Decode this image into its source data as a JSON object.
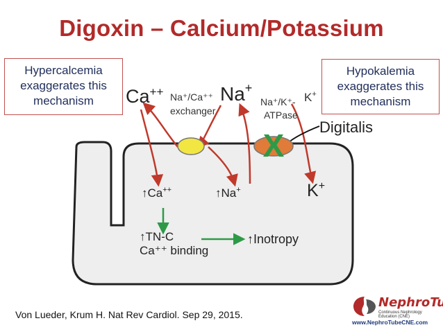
{
  "title": "Digoxin – Calcium/Potassium",
  "notes": {
    "left": [
      "Hypercalcemia",
      "exaggerates this",
      "mechanism"
    ],
    "right": [
      "Hypokalemia",
      "exaggerates this",
      "mechanism"
    ]
  },
  "labels": {
    "ca_top": "Ca",
    "ca_top_sup": "++",
    "exchanger_line1": "Na⁺/Ca⁺⁺",
    "exchanger_line2": "exchanger",
    "na_top": "Na",
    "na_top_sup": "+",
    "atpase_line1": "Na⁺/K⁺-",
    "atpase_line2": "ATPase",
    "k_top": "K",
    "k_top_sup": "+",
    "digitalis": "Digitalis",
    "ca_inside": "↑Ca",
    "ca_inside_sup": "++",
    "na_inside": "↑Na",
    "na_inside_sup": "+",
    "k_inside": "K",
    "k_inside_sup": "+",
    "tnc_line1": "↑TN-C",
    "tnc_line2": "Ca⁺⁺ binding",
    "inotropy": "↑Inotropy",
    "block_mark": "X"
  },
  "citation": "Von Lueder, Krum H. Nat Rev Cardiol. Sep 29, 2015.",
  "logo": {
    "name": "NephroTube",
    "tagline": "Continuous Nephrology Education (CNE)",
    "url": "www.NephroTubeCNE.com"
  },
  "colors": {
    "title": "#b22a2a",
    "note_border": "#c0504d",
    "note_text": "#1f2d5a",
    "arrow_red": "#c0392b",
    "arrow_green": "#2e9a47",
    "exchanger_fill": "#f2e642",
    "atpase_fill": "#e07b39",
    "cell_fill": "#eeeeee"
  }
}
